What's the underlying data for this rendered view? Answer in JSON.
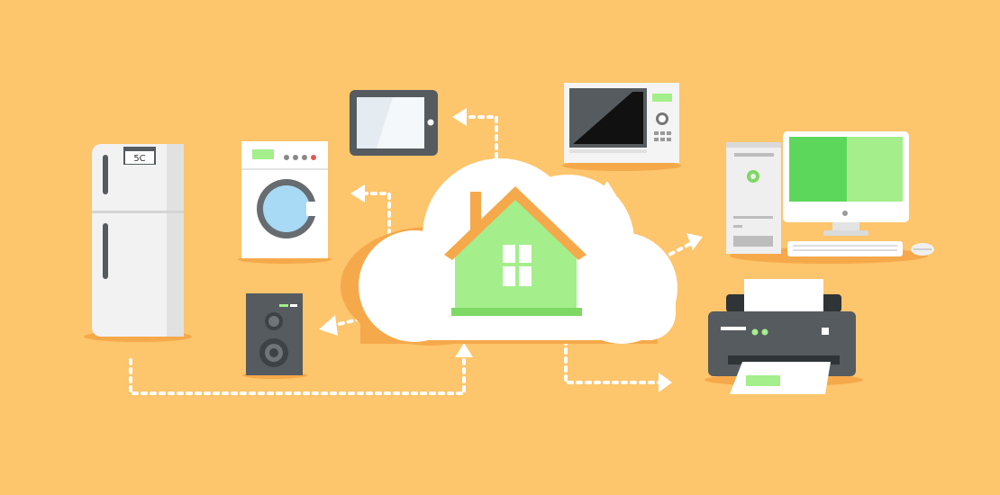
{
  "scene": {
    "background": "#FDC56C",
    "accent_green": "#A4EE8C",
    "connector_color": "#FFFFFF",
    "center": {
      "name": "cloud-home",
      "icons": [
        "cloud-icon",
        "house-icon"
      ]
    },
    "devices": [
      {
        "name": "refrigerator",
        "icon": "refrigerator-icon",
        "display_text": "5C"
      },
      {
        "name": "washing-machine",
        "icon": "washing-machine-icon"
      },
      {
        "name": "tablet",
        "icon": "tablet-icon"
      },
      {
        "name": "microwave",
        "icon": "microwave-icon"
      },
      {
        "name": "desktop-computer",
        "icon": "desktop-computer-icon"
      },
      {
        "name": "printer",
        "icon": "printer-icon"
      },
      {
        "name": "speaker",
        "icon": "speaker-icon"
      }
    ]
  }
}
